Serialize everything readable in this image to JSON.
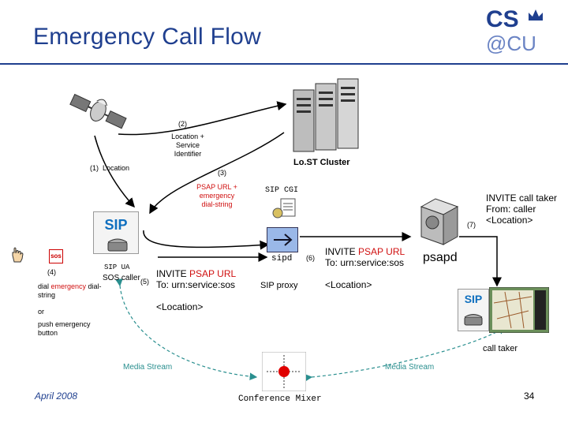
{
  "header": {
    "title": "Emergency Call Flow",
    "logo_top": "CS",
    "logo_bottom": "@CU"
  },
  "steps": {
    "s1": "(1)",
    "s2": "(2)",
    "s3": "(3)",
    "s4": "(4)",
    "s5": "(5)",
    "s6": "(6)",
    "s7": "(7)"
  },
  "labels": {
    "location": "Location",
    "loc_service_1": "Location +",
    "loc_service_2": "Service",
    "loc_service_3": "Identifier",
    "lost_cluster": "Lo.ST Cluster",
    "psap_url_1": "PSAP URL +",
    "psap_url_2": "emergency",
    "psap_url_3": "dial-string",
    "sip_cgi": "SIP CGI",
    "sipd": "sipd",
    "sip_ua": "SIP UA",
    "sos_caller": "SOS caller",
    "dial_prefix": "dial ",
    "dial_red": "emergency",
    "dial_suffix": " dial-",
    "dial_line2": "string",
    "or": "or",
    "push_1": "push emergency",
    "push_2": "button",
    "invite_psap_1a": "INVITE ",
    "invite_psap_1b": "PSAP URL",
    "invite_psap_2": "To: urn:service:sos",
    "location_tag": "<Location>",
    "sip_proxy": "SIP proxy",
    "invite_psap_r1a": "INVITE ",
    "invite_psap_r1b": "PSAP URL",
    "invite_psap_r2": "To: urn:service:sos",
    "location_tag_r": "<Location>",
    "psapd": "psapd",
    "invite_taker_1": "INVITE call taker",
    "invite_taker_2": "From: caller",
    "invite_taker_3": "<Location>",
    "call_taker": "call taker",
    "media_left": "Media Stream",
    "media_right": "Media Stream",
    "conf_mixer": "Conference Mixer",
    "sip_logo": "SIP",
    "sos_badge": "sos"
  },
  "footer": {
    "date": "April 2008",
    "page": "34"
  },
  "colors": {
    "title_blue": "#1f3f8f",
    "accent_red": "#d01010",
    "curve_green": "#2a8f8f"
  }
}
